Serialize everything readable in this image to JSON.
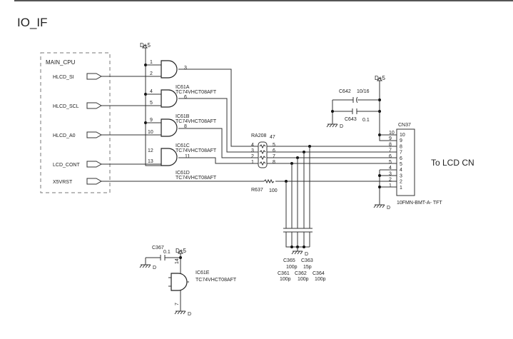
{
  "page_title": "IO_IF",
  "cpu_block": {
    "label": "MAIN_CPU",
    "signals": [
      "HLCD_SI",
      "HLCD_SCL",
      "HLCD_A0",
      "LCD_CONT",
      "X5VRST"
    ]
  },
  "power_label": "D+5",
  "ground_label": "D",
  "gates": [
    {
      "ref": "IC61A",
      "part": "TC74VHCT08AFT",
      "in1": "1",
      "in2": "2",
      "out": "3"
    },
    {
      "ref": "IC61B",
      "part": "TC74VHCT08AFT",
      "in1": "4",
      "in2": "5",
      "out": "6"
    },
    {
      "ref": "IC61C",
      "part": "TC74VHCT08AFT",
      "in1": "9",
      "in2": "10",
      "out": "8"
    },
    {
      "ref": "IC61D",
      "part": "TC74VHCT08AFT",
      "in1": "12",
      "in2": "13",
      "out": "11"
    },
    {
      "ref": "IC61E",
      "part": "TC74VHCT08AFT",
      "vcc_pin": "14",
      "gnd_pin": "7"
    }
  ],
  "resistor_array": {
    "ref": "RA208",
    "value": "47",
    "left_pins": [
      "4",
      "3",
      "2",
      "1"
    ],
    "right_pins": [
      "5",
      "6",
      "7",
      "8"
    ]
  },
  "resistor": {
    "ref": "R637",
    "value": "100"
  },
  "caps": {
    "c642": {
      "ref": "C642",
      "value": "10/16"
    },
    "c643": {
      "ref": "C643",
      "value": "0.1"
    },
    "c367": {
      "ref": "C367",
      "value": "0.1"
    },
    "c365": {
      "ref": "C365",
      "value": "100p"
    },
    "c363": {
      "ref": "C363",
      "value": "15p"
    },
    "c361": {
      "ref": "C361",
      "value": "100p"
    },
    "c362": {
      "ref": "C362",
      "value": "100p"
    },
    "c364": {
      "ref": "C364",
      "value": "100p"
    }
  },
  "connector": {
    "ref": "CN37",
    "part": "10FMN-BMT-A- TFT",
    "pins": [
      "10",
      "9",
      "8",
      "7",
      "6",
      "5",
      "4",
      "3",
      "2",
      "1"
    ]
  },
  "destination_label": "To LCD CN"
}
